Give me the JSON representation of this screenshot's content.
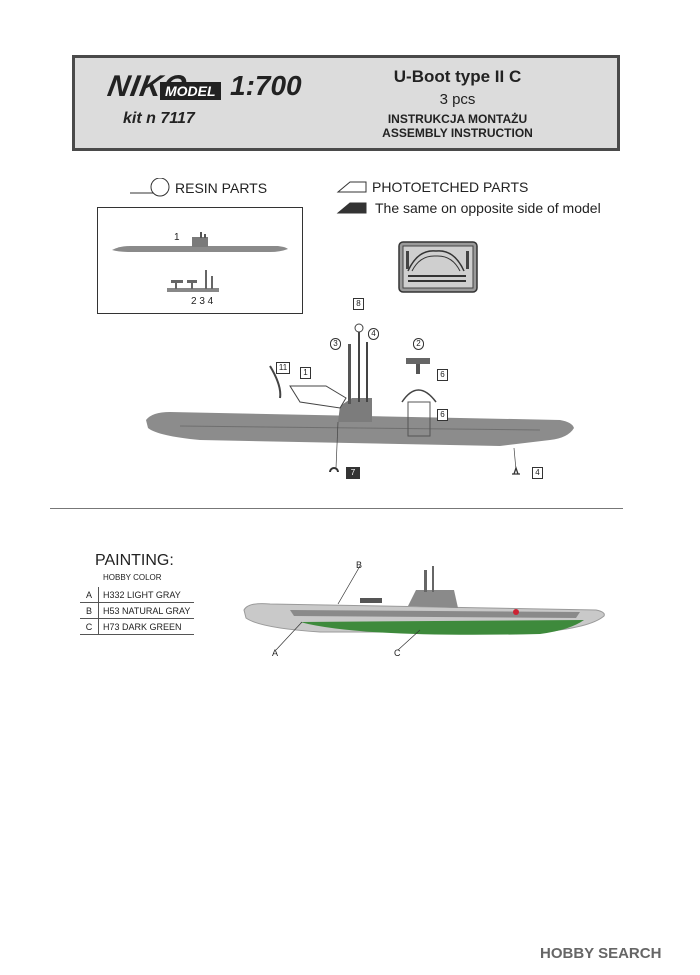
{
  "header": {
    "logo_niko": "NIKO",
    "logo_model": "MODEL",
    "scale": "1:700",
    "kit_number": "kit n 7117",
    "title": "U-Boot type II C",
    "quantity": "3 pcs",
    "instruction_pl": "INSTRUKCJA MONTAŻU",
    "instruction_en": "ASSEMBLY INSTRUCTION"
  },
  "legend": {
    "resin": "RESIN PARTS",
    "photoetched": "PHOTOETCHED PARTS",
    "opposite": "The same on opposite side of model"
  },
  "resin_parts": {
    "hull": "1",
    "parts": "2  3 4"
  },
  "assembly_callouts": [
    "8",
    "4",
    "3",
    "2",
    "11",
    "1",
    "6",
    "6",
    "7",
    "4"
  ],
  "painting": {
    "title": "PAINTING:",
    "brand": "HOBBY COLOR",
    "colors": [
      {
        "letter": "A",
        "name": "H332 LIGHT GRAY"
      },
      {
        "letter": "B",
        "name": "H53 NATURAL GRAY"
      },
      {
        "letter": "C",
        "name": "H73 DARK GREEN"
      }
    ],
    "labels": {
      "a": "A",
      "b": "B",
      "c": "C"
    }
  },
  "watermark": "HOBBY SEARCH",
  "colors": {
    "light_gray": "#c9c9c9",
    "natural_gray": "#8a8a8a",
    "dark_green": "#3e8a3c",
    "header_bg": "#dcdcdc"
  }
}
